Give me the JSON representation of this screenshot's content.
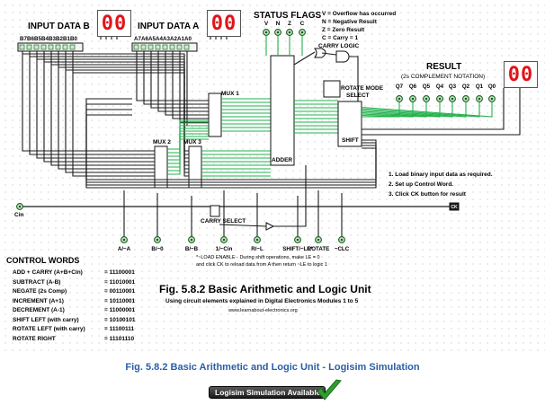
{
  "input_b": {
    "title": "INPUT DATA B",
    "bits": [
      "B7",
      "B6",
      "B5",
      "B4",
      "B3",
      "B2",
      "B1",
      "B0"
    ],
    "display": "00"
  },
  "input_a": {
    "title": "INPUT DATA A",
    "bits": [
      "A7",
      "A6",
      "A5",
      "A4",
      "A3",
      "A2",
      "A1",
      "A0"
    ],
    "display": "00"
  },
  "status": {
    "title": "STATUS FLAGS",
    "flags": [
      "V",
      "N",
      "Z",
      "C"
    ],
    "legend": [
      "V = Overflow has occurred",
      "N = Negative Result",
      "Z = Zero Result",
      "C = Carry = 1"
    ]
  },
  "blocks": {
    "carry_logic": "CARRY LOGIC",
    "mux1": "MUX 1",
    "mux2": "MUX 2",
    "mux3": "MUX 3",
    "adder": "ADDER",
    "rotate_mode": "ROTATE MODE",
    "select": "SELECT",
    "shift": "SHIFT",
    "carry_select": "CARRY SELECT"
  },
  "result": {
    "title": "RESULT",
    "subtitle": "(2s COMPLEMENT NOTATION)",
    "bits": [
      "Q7",
      "Q6",
      "Q5",
      "Q4",
      "Q3",
      "Q2",
      "Q1",
      "Q0"
    ],
    "display": "00"
  },
  "cin": "Cin",
  "ck": "CK",
  "controls": [
    "A/~A",
    "B/~0",
    "B/~B",
    "1/~Cin",
    "R/~L",
    "SHIFT/~LE*",
    "ROTATE",
    "~CLC"
  ],
  "instructions": [
    "1. Load binary input data as required.",
    "2. Set up Control Word.",
    "3. Click CK button for result"
  ],
  "control_words": {
    "title": "CONTROL WORDS",
    "rows": [
      {
        "op": "ADD + CARRY (A+B+Cin)",
        "word": "= 11100001"
      },
      {
        "op": "SUBTRACT (A-B)",
        "word": "= 11010001"
      },
      {
        "op": "NEGATE (2s Comp)",
        "word": "= 00110001"
      },
      {
        "op": "INCREMENT (A+1)",
        "word": "= 10110001"
      },
      {
        "op": "DECREMENT (A-1)",
        "word": "= 11000001"
      },
      {
        "op": "SHIFT LEFT (with carry)",
        "word": "= 10100101"
      },
      {
        "op": "ROTATE LEFT (with carry)",
        "word": "= 11100111"
      },
      {
        "op": "ROTATE RIGHT",
        "word": "= 11101110"
      }
    ]
  },
  "note": [
    "*~LOAD ENABLE - During shift operations, make LE = 0",
    "and click CK to reload data from A then return ~LE to logic 1"
  ],
  "figure": {
    "title": "Fig. 5.8.2 Basic Arithmetic and Logic Unit",
    "subtitle": "Using circuit elements explained in Digital Electronics Modules 1 to 5",
    "site": "www.learnabout-electronics.org"
  },
  "caption": "Fig. 5.8.2 Basic Arithmetic and Logic Unit - Logisim Simulation",
  "button": "Logisim Simulation Available",
  "colors": {
    "wire_active": "#22b14c",
    "wire_idle": "#1a1a1a",
    "display": "#e0141a",
    "caption": "#2b5ea8",
    "pin_fill": "#c8e8c8"
  }
}
